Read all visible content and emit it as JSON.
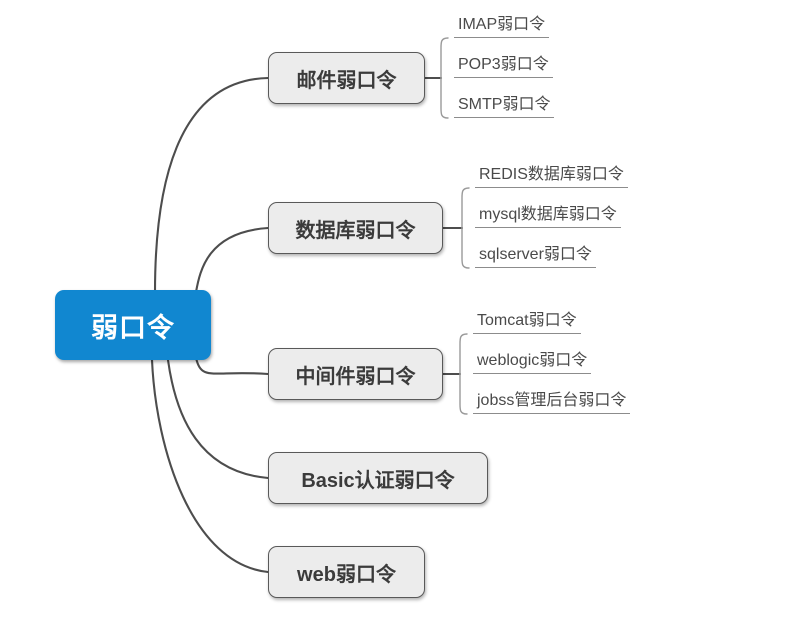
{
  "diagram": {
    "type": "mind-map",
    "title": "弱口令",
    "background_color": "#ffffff",
    "root_color": "#1187d0",
    "branch_color": "#ececec",
    "branch_border_color": "#595959",
    "connector_color": "#4d4d4d",
    "leaf_underline_color": "#8c8c8c",
    "root": {
      "label": "弱口令"
    },
    "branches": [
      {
        "label": "邮件弱口令",
        "children": [
          {
            "label": "IMAP弱口令"
          },
          {
            "label": "POP3弱口令"
          },
          {
            "label": "SMTP弱口令"
          }
        ]
      },
      {
        "label": "数据库弱口令",
        "children": [
          {
            "label": "REDIS数据库弱口令"
          },
          {
            "label": "mysql数据库弱口令"
          },
          {
            "label": "sqlserver弱口令"
          }
        ]
      },
      {
        "label": "中间件弱口令",
        "children": [
          {
            "label": "Tomcat弱口令"
          },
          {
            "label": "weblogic弱口令"
          },
          {
            "label": "jobss管理后台弱口令"
          }
        ]
      },
      {
        "label": "Basic认证弱口令",
        "children": []
      },
      {
        "label": "web弱口令",
        "children": []
      }
    ]
  }
}
